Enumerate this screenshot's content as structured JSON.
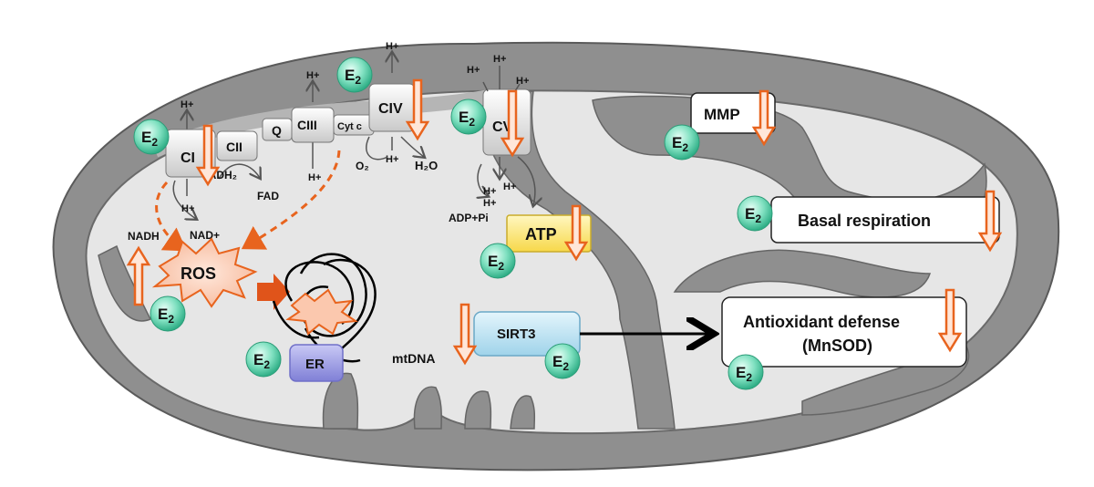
{
  "complexes": {
    "ci": "CI",
    "cii": "CII",
    "q": "Q",
    "ciii": "CIII",
    "cytc": "Cyt c",
    "civ": "CIV",
    "cv": "CV"
  },
  "protons": {
    "h_plus": "H+"
  },
  "metabolites": {
    "fadh2": "FADH₂",
    "fad": "FAD",
    "nadh": "NADH",
    "nad": "NAD+",
    "o2": "O₂",
    "h2o": "H₂O",
    "adp_pi": "ADP+Pi"
  },
  "labels": {
    "atp": "ATP",
    "ros": "ROS",
    "er": "ER",
    "mtdna": "mtDNA",
    "sirt3": "SIRT3",
    "mmp": "MMP",
    "basal_respiration": "Basal respiration",
    "antioxidant_line1": "Antioxidant defense",
    "antioxidant_line2": "(MnSOD)",
    "estradiol": "E",
    "estradiol_sub": "2"
  },
  "colors": {
    "membrane": "#8a8a8a",
    "matrix": "#e6e6e6",
    "arrow_orange": "#e8641e",
    "e2_fill": "#7fe0c0",
    "er_fill": "#9a9ae0",
    "sirt3_fill": "#bfe3f2",
    "atp_fill": "#ffe97a"
  }
}
